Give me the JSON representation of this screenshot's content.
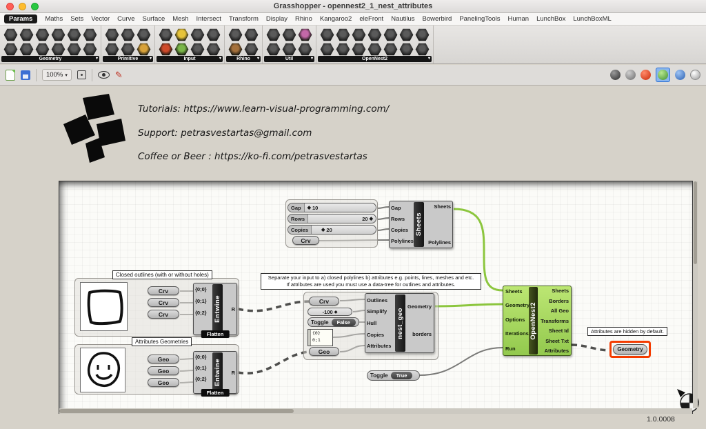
{
  "window": {
    "title": "Grasshopper - opennest2_1_nest_attributes"
  },
  "menu": {
    "items": [
      "Params",
      "Maths",
      "Sets",
      "Vector",
      "Curve",
      "Surface",
      "Mesh",
      "Intersect",
      "Transform",
      "Display",
      "Rhino",
      "Kangaroo2",
      "eleFront",
      "Nautilus",
      "Bowerbird",
      "PanelingTools",
      "Human",
      "LunchBox",
      "LunchBoxML"
    ]
  },
  "toolbar": {
    "groups": [
      {
        "label": "Geometry"
      },
      {
        "label": "Primitive"
      },
      {
        "label": "Input"
      },
      {
        "label": "Rhino"
      },
      {
        "label": "Util"
      },
      {
        "label": "OpenNest2"
      }
    ]
  },
  "viewbar": {
    "zoom": "100%"
  },
  "header_notes": {
    "tutorials": "Tutorials: https://www.learn-visual-programming.com/",
    "support": "Support: petrasvestartas@gmail.com",
    "coffee": "Coffee or Beer : https://ko-fi.com/petrasvestartas"
  },
  "canvas": {
    "version": "1.0.0008",
    "labels": {
      "closed_outlines": "Closed outlines (with or without holes)",
      "attributes_geometries": "Attributes Geometries",
      "note_line1": "Separate your input to a) closed polylines b) attributes e.g. points, lines, meshes and etc.",
      "note_line2": "If attributes are used you must use a data-tree for outlines and attributes.",
      "attributes_hidden": "Attributes are hidden by default."
    },
    "params": {
      "crv": "Crv",
      "geo": "Geo"
    },
    "sliders": [
      {
        "name": "Gap",
        "value": "10",
        "handle": "◆"
      },
      {
        "name": "Rows",
        "value": "20",
        "handle": "◆"
      },
      {
        "name": "Copies",
        "value": "20",
        "handle": "◆"
      }
    ],
    "slider_small": {
      "value": "-100",
      "handle": "◆"
    },
    "panel_lines": [
      "{0}",
      "0;1"
    ],
    "toggle_false": {
      "label": "Toggle",
      "value": "False"
    },
    "toggle_true": {
      "label": "Toggle",
      "value": "True"
    },
    "sheets_node": {
      "title": "Sheets",
      "inputs": [
        "Gap",
        "Rows",
        "Copies",
        "Polylines"
      ],
      "outputs": [
        "Sheets",
        "Polylines"
      ]
    },
    "entwine": {
      "title": "Entwine",
      "inputs": [
        "{0;0}",
        "{0;1}",
        "{0;2}"
      ],
      "output": "R",
      "tag": "Flatten"
    },
    "nest_geo": {
      "title": "nest_geo",
      "inputs": [
        "Outlines",
        "Simplify",
        "Hull",
        "Copies",
        "Attributes"
      ],
      "outputs": [
        "Geometry",
        "borders"
      ]
    },
    "opennest2": {
      "title": "OpenNest2",
      "inputs": [
        "Sheets",
        "Geometry",
        "Options",
        "Iterations",
        "Run"
      ],
      "outputs": [
        "Sheets",
        "Borders",
        "All Geo",
        "Transforms",
        "Sheet Id",
        "Sheet Txt",
        "Attributes"
      ]
    },
    "geometry_param": "Geometry"
  }
}
